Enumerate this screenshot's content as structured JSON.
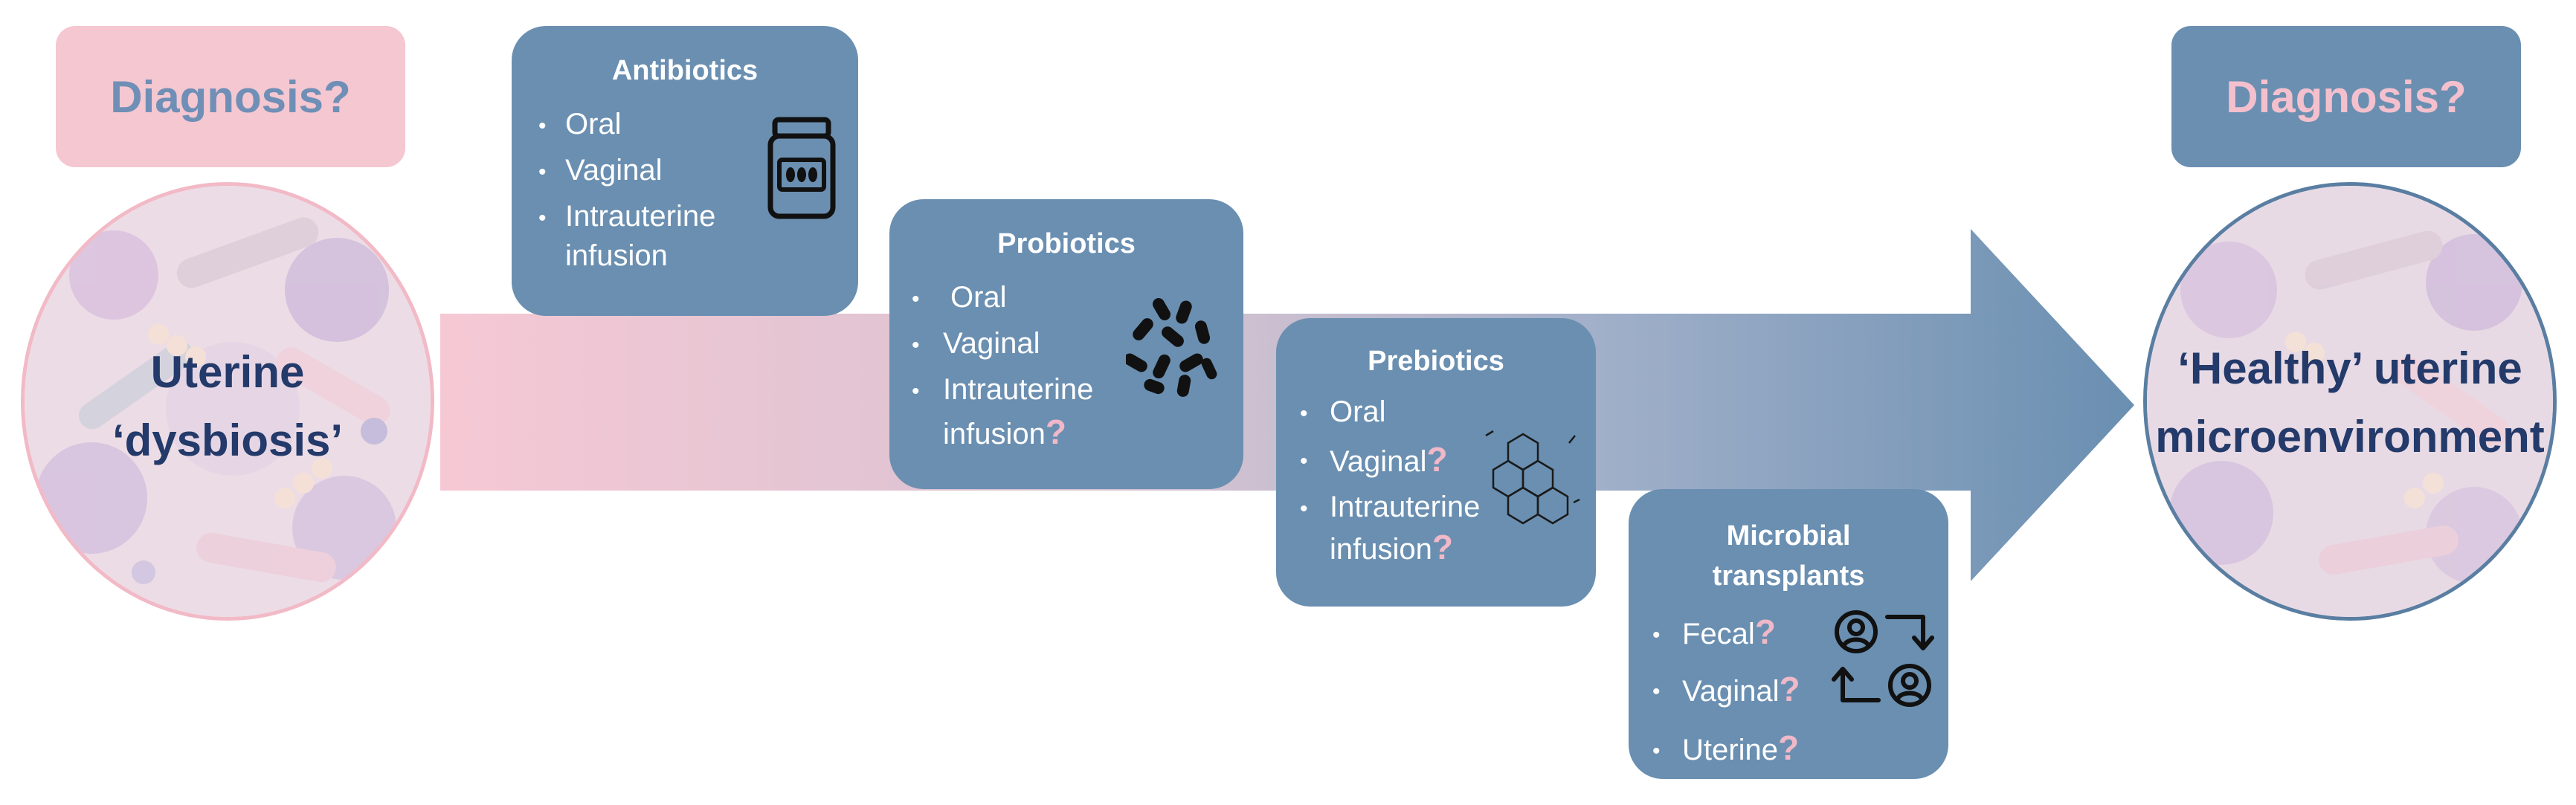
{
  "diagram": {
    "left_diagnosis": {
      "label": "Diagnosis?",
      "bg": "#f4c7d1",
      "text_color": "#6f8fb6"
    },
    "right_diagnosis": {
      "label": "Diagnosis?",
      "bg": "#6a8fb1",
      "text_color": "#f4c0cd"
    },
    "start_node": {
      "line1": "Uterine",
      "line2": "‘dysbiosis’",
      "border": "#f2b9c6"
    },
    "end_node": {
      "line1": "‘Healthy’ uterine",
      "line2": "microenvironment",
      "border": "#5a7ea2"
    },
    "arrow": {
      "color_start": "#f6c8d4",
      "color_end": "#6a8fb1"
    },
    "question_mark": "?",
    "bullet": "•",
    "cards": {
      "antibiotics": {
        "title": "Antibiotics",
        "items": [
          "Oral",
          "Vaginal",
          "Intrauterine",
          "infusion"
        ],
        "icon": "pill-bottle-icon"
      },
      "probiotics": {
        "title": "Probiotics",
        "items": [
          "Oral",
          "Vaginal",
          "Intrauterine",
          "infusion"
        ],
        "icon": "bacteria-icon"
      },
      "prebiotics": {
        "title": "Prebiotics",
        "items": [
          "Oral",
          "Vaginal",
          "Intrauterine",
          "infusion"
        ],
        "icon": "molecule-icon"
      },
      "transplants": {
        "title_line1": "Microbial",
        "title_line2": "transplants",
        "items": [
          "Fecal",
          "Vaginal",
          "Uterine"
        ],
        "icon": "person-exchange-icon"
      }
    },
    "card_bg": "#6a8fb1"
  }
}
